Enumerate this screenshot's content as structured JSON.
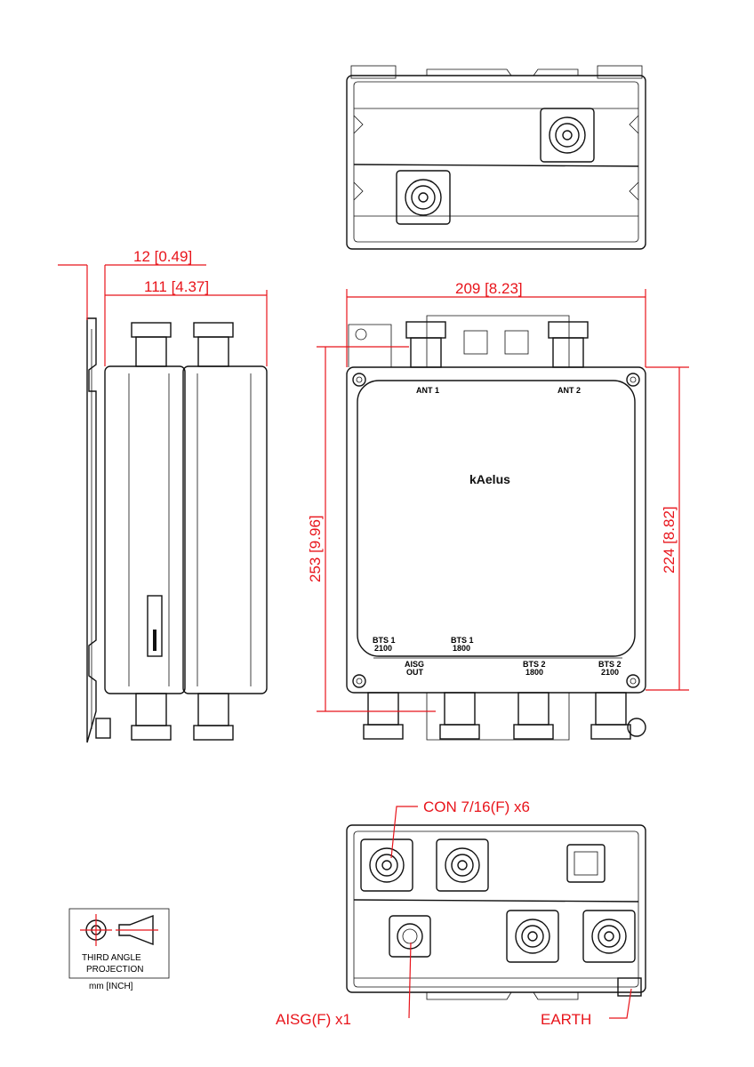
{
  "dimensions": {
    "flange_depth": "12 [0.49]",
    "body_depth": "111 [4.37]",
    "width": "209 [8.23]",
    "overall_height": "253 [9.96]",
    "body_height": "224 [8.82]"
  },
  "port_labels": {
    "ant1": "ANT 1",
    "ant2": "ANT 2",
    "bts1_2100_a": "BTS 1",
    "bts1_2100_b": "2100",
    "bts1_1800_a": "BTS 1",
    "bts1_1800_b": "1800",
    "aisg_out_a": "AISG",
    "aisg_out_b": "OUT",
    "bts2_1800_a": "BTS 2",
    "bts2_1800_b": "1800",
    "bts2_2100_a": "BTS 2",
    "bts2_2100_b": "2100"
  },
  "brand": "kAelus",
  "callouts": {
    "connectors": "CON 7/16(F) x6",
    "aisg": "AISG(F) x1",
    "earth": "EARTH"
  },
  "projection_box": {
    "line1": "THIRD ANGLE",
    "line2": "PROJECTION",
    "units": "mm [INCH]"
  },
  "colors": {
    "dimension": "#e8141b",
    "outline": "#111111"
  }
}
